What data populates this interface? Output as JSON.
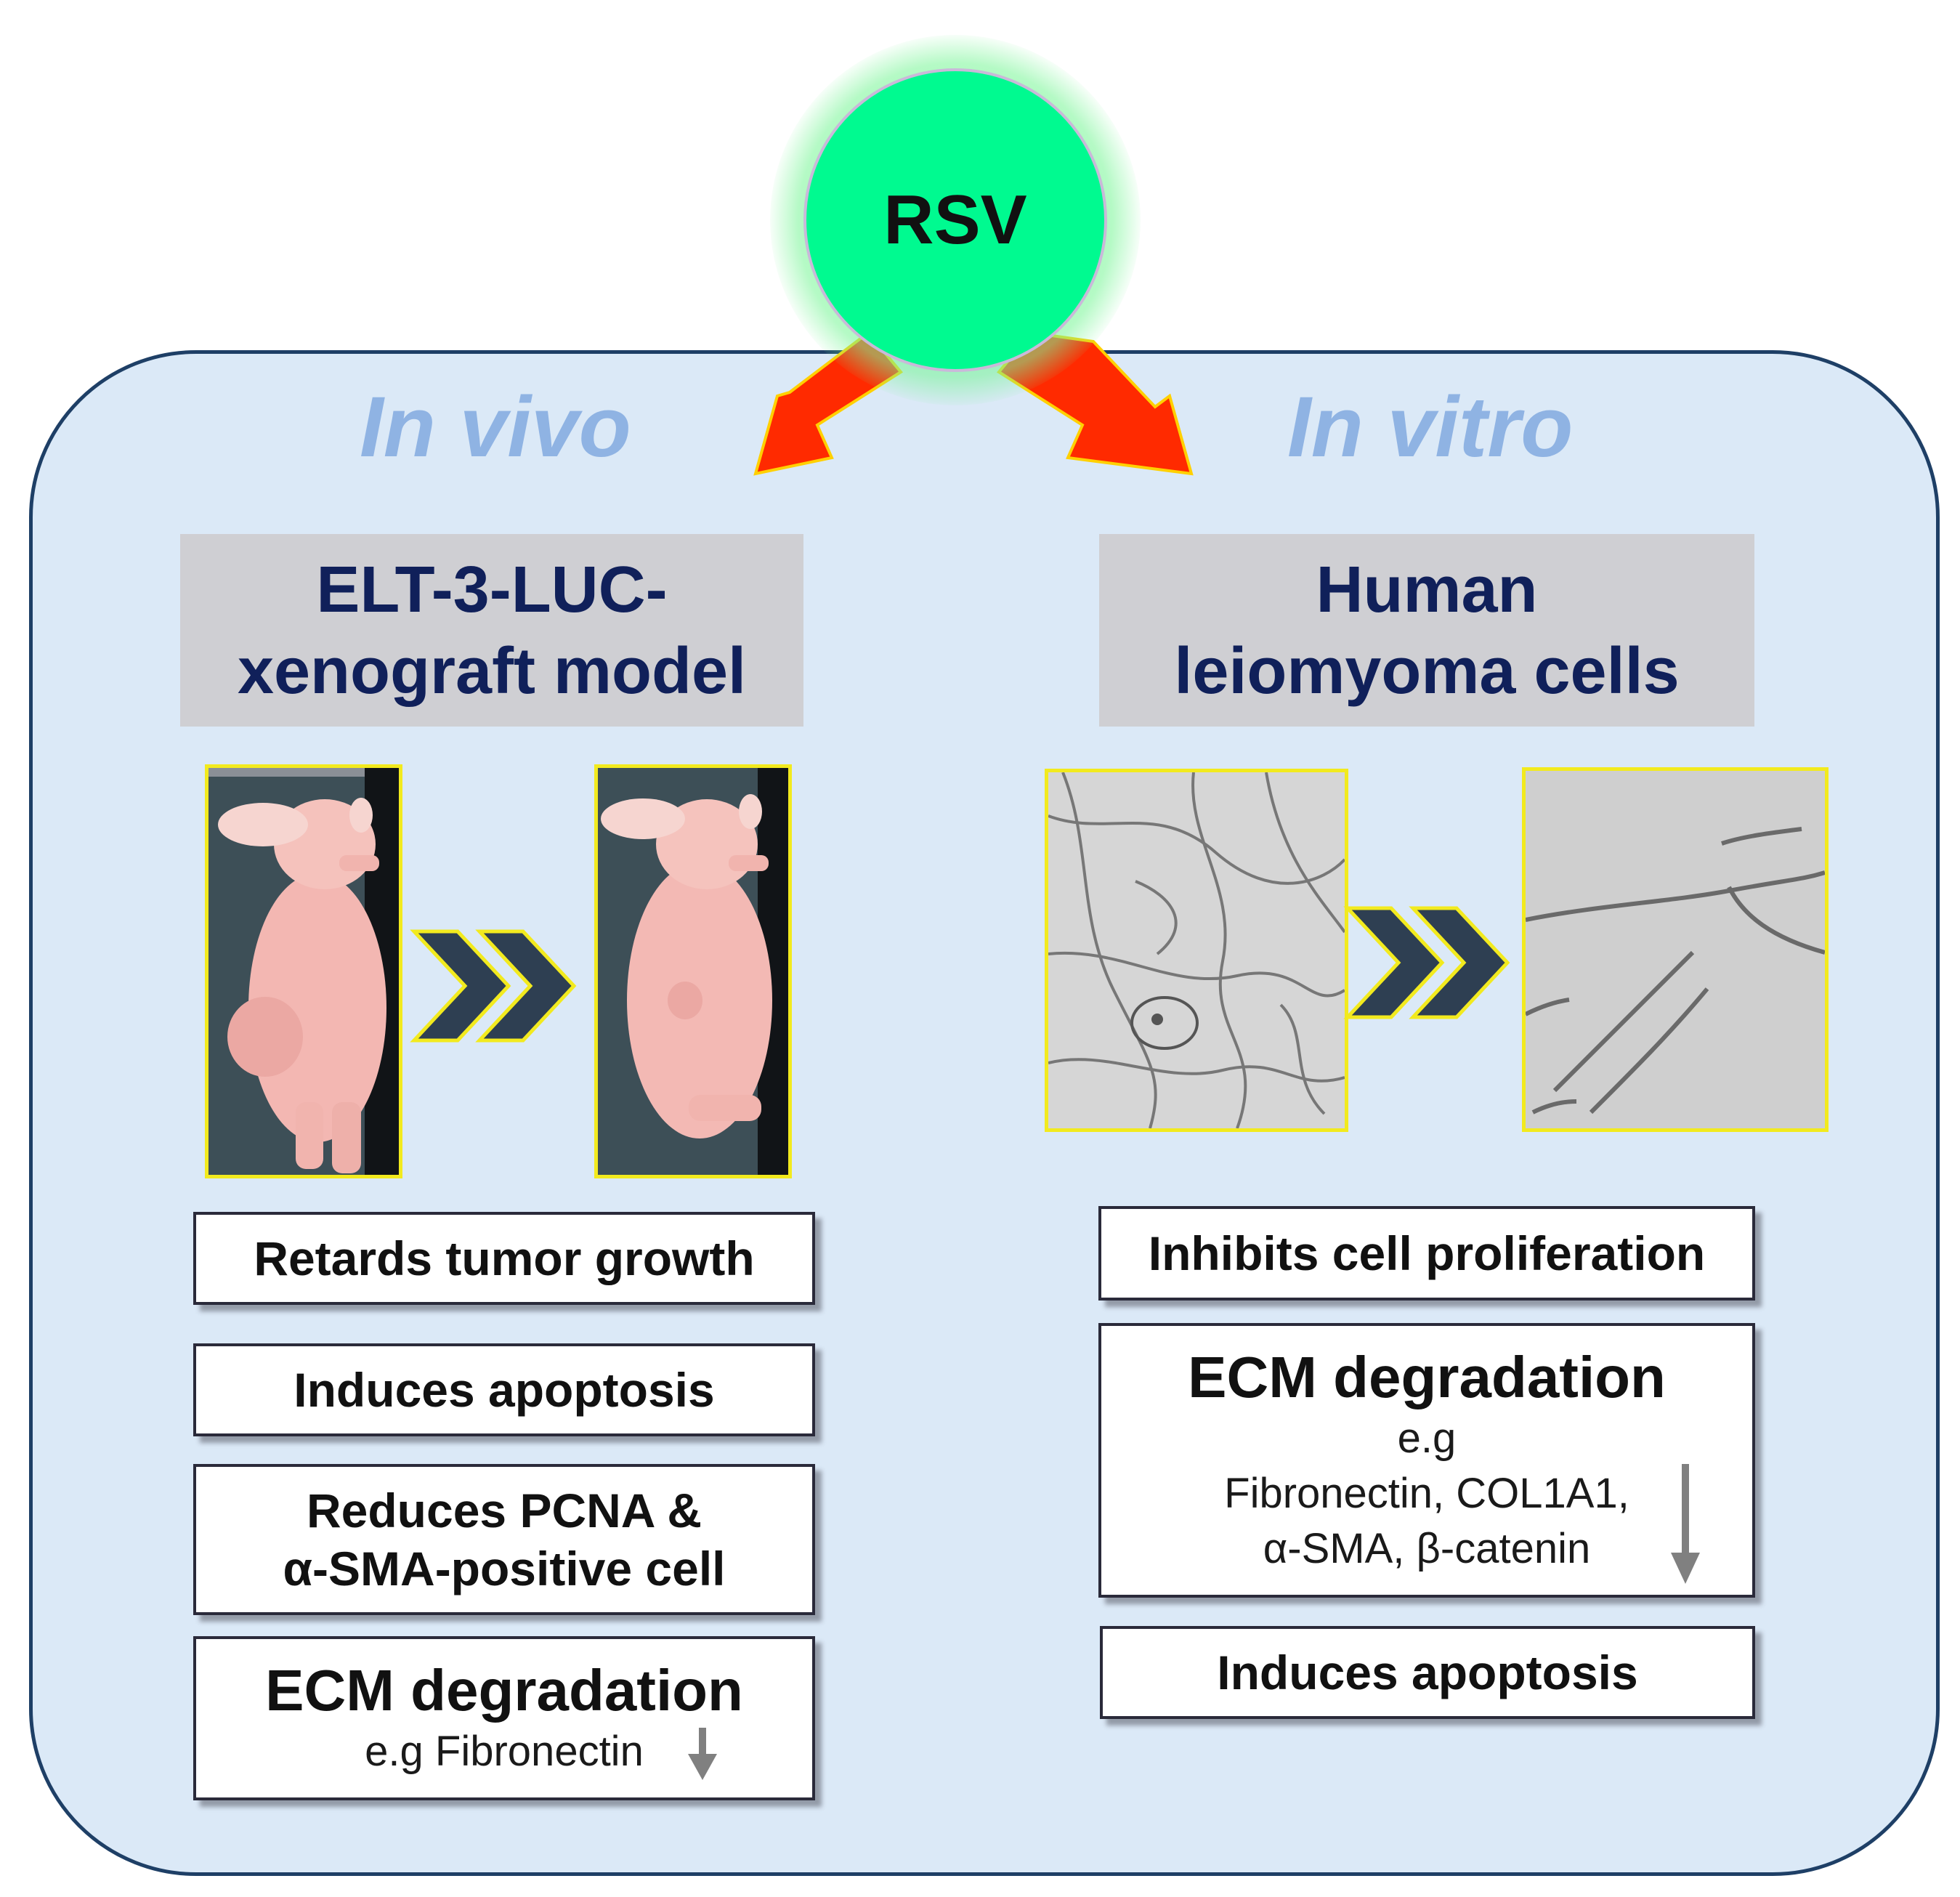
{
  "rsv": {
    "label": "RSV",
    "fill_color": "#00fa90",
    "glow_color": "#3cf078"
  },
  "arrow_color": "#ff2a00",
  "arrow_outline_color": "#ffd000",
  "panel_color": "#dbe9f7",
  "in_vivo": {
    "title": "In vivo",
    "model": {
      "line1": "ELT-3-LUC-",
      "line2": "xenograft model"
    },
    "images": [
      "mouse-before-treatment",
      "mouse-after-treatment"
    ],
    "effects": {
      "retards": "Retards tumor growth",
      "apoptosis": "Induces apoptosis",
      "pcna_line1": "Reduces PCNA &",
      "pcna_line2": "α-SMA-positive cell",
      "ecm_title": "ECM degradation",
      "ecm_detail": "e.g Fibronectin"
    }
  },
  "in_vitro": {
    "title": "In vitro",
    "model": {
      "line1": "Human",
      "line2": "leiomyoma cells"
    },
    "images": [
      "cells-before-treatment",
      "cells-after-treatment"
    ],
    "effects": {
      "proliferation": "Inhibits cell proliferation",
      "ecm_title": "ECM degradation",
      "ecm_eg": "e.g",
      "ecm_line1": "Fibronectin, COL1A1,",
      "ecm_line2": "α-SMA, β-catenin",
      "apoptosis": "Induces apoptosis"
    }
  }
}
